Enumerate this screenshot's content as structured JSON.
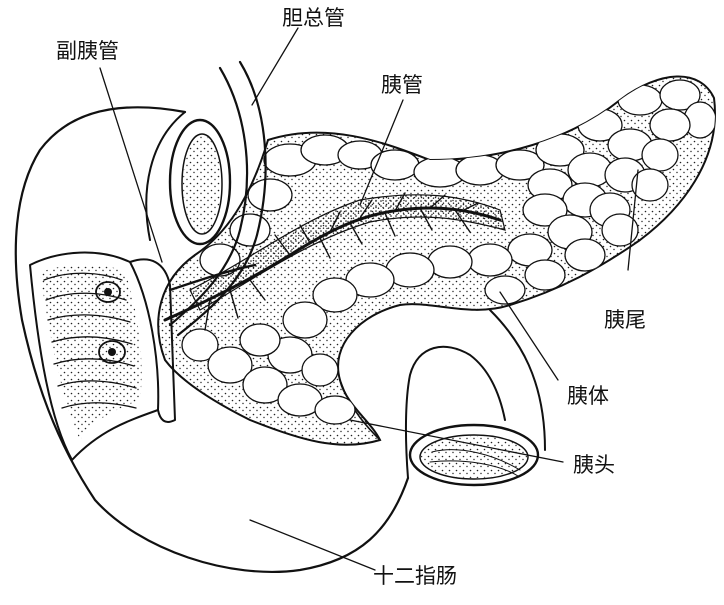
{
  "labels": {
    "common_bile_duct": "胆总管",
    "accessory_pancreatic_duct": "副胰管",
    "pancreatic_duct": "胰管",
    "pancreas_tail": "胰尾",
    "pancreas_body": "胰体",
    "pancreas_head": "胰头",
    "duodenum": "十二指肠"
  }
}
